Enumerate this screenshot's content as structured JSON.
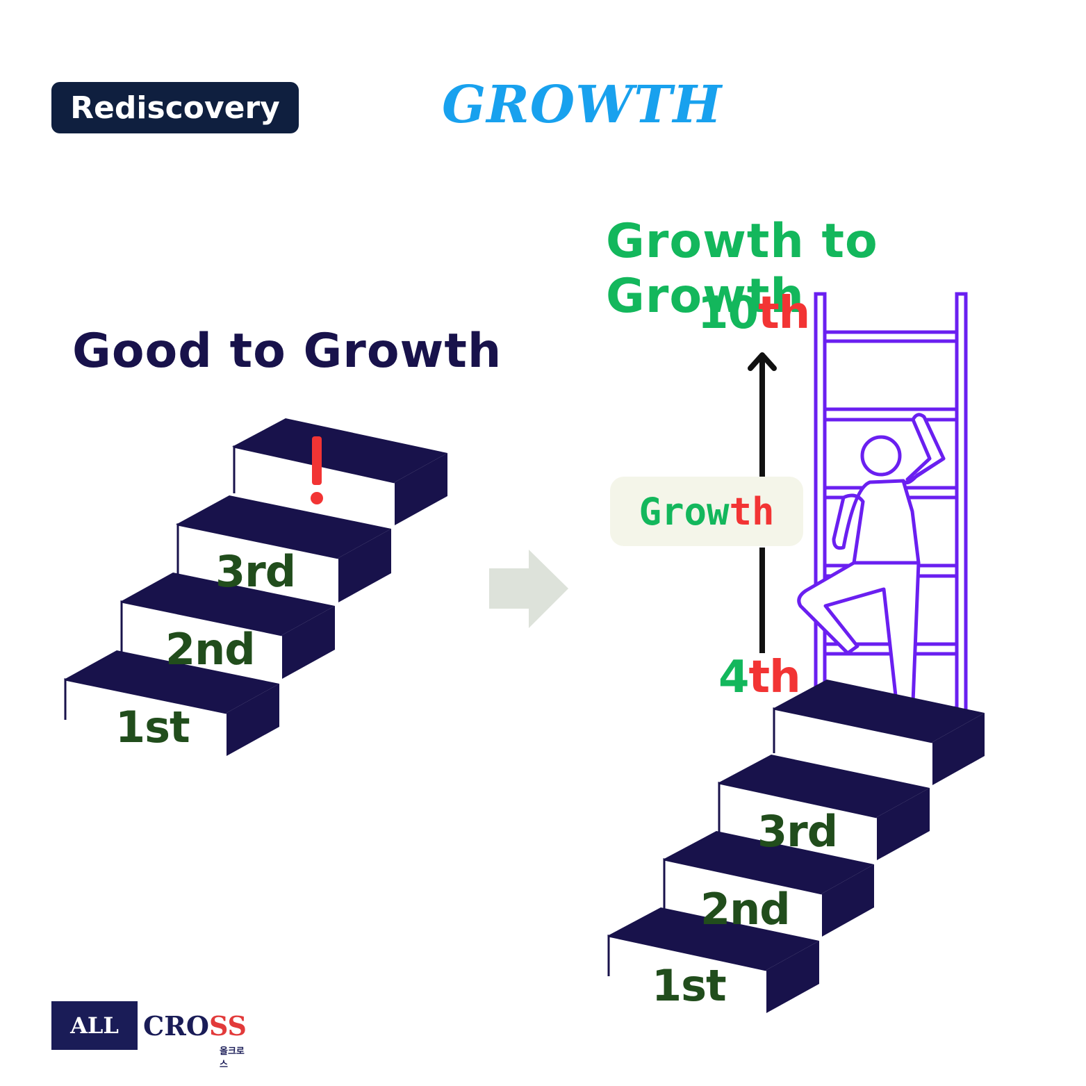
{
  "badge": {
    "label": "Rediscovery"
  },
  "title": "GROWTH",
  "left": {
    "heading": "Good to Growth",
    "steps": [
      "1st",
      "2nd",
      "3rd"
    ],
    "alert": "!"
  },
  "right": {
    "heading": "Growth to Growth",
    "steps": [
      "1st",
      "2nd",
      "3rd"
    ],
    "start_marker": {
      "num": "4",
      "suffix": "th"
    },
    "end_marker": {
      "num": "10",
      "suffix": "th"
    },
    "growth_label": {
      "main": "Grow",
      "tail": "th"
    }
  },
  "logo": {
    "part1": "ALL",
    "part2": "CRO",
    "part3": "SS",
    "korean": "올크로스"
  },
  "colors": {
    "navy": "#18124b",
    "green": "#13b75c",
    "dark_green": "#214d1c",
    "red": "#f23434",
    "blue": "#18a1ee",
    "purple": "#6a1ff0",
    "arrow_gray": "#dde2da"
  },
  "icons": [
    "right-arrow-icon",
    "up-arrow-icon",
    "ladder-icon",
    "climbing-person-icon",
    "exclamation-icon"
  ]
}
